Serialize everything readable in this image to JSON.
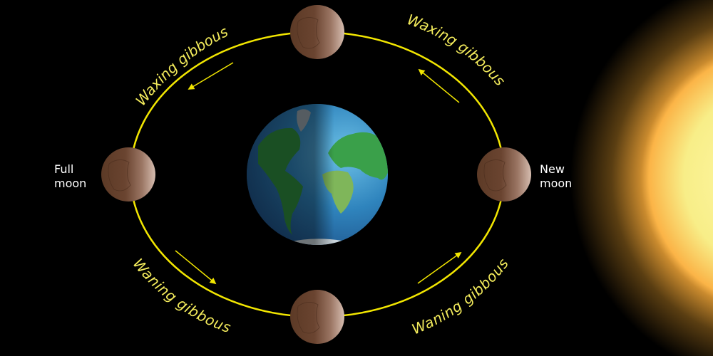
{
  "diagram": {
    "colors": {
      "background": "#000000",
      "orbit": "#f2e600",
      "label_yellow": "#f4ec5c",
      "label_white": "#ffffff",
      "moon_dark": "#5e3b27",
      "moon_light": "#c9aea0",
      "earth_ocean": "#2f7fb8",
      "earth_land": "#3aa04a",
      "sun_core": "#fff59a",
      "sun_edge": "#f7a93a"
    },
    "labels": {
      "full_moon_line1": "Full",
      "full_moon_line2": "moon",
      "new_moon_line1": "New",
      "new_moon_line2": "moon",
      "waxing_gibbous_top_left": "Waxing gibbous",
      "waxing_gibbous_top_right": "Waxing gibbous",
      "waning_gibbous_bottom_left": "Waning gibbous",
      "waning_gibbous_bottom_right": "Waning gibbous"
    },
    "bodies": {
      "earth": "Earth",
      "sun": "Sun",
      "moons": [
        "top",
        "left",
        "right",
        "bottom"
      ]
    }
  }
}
